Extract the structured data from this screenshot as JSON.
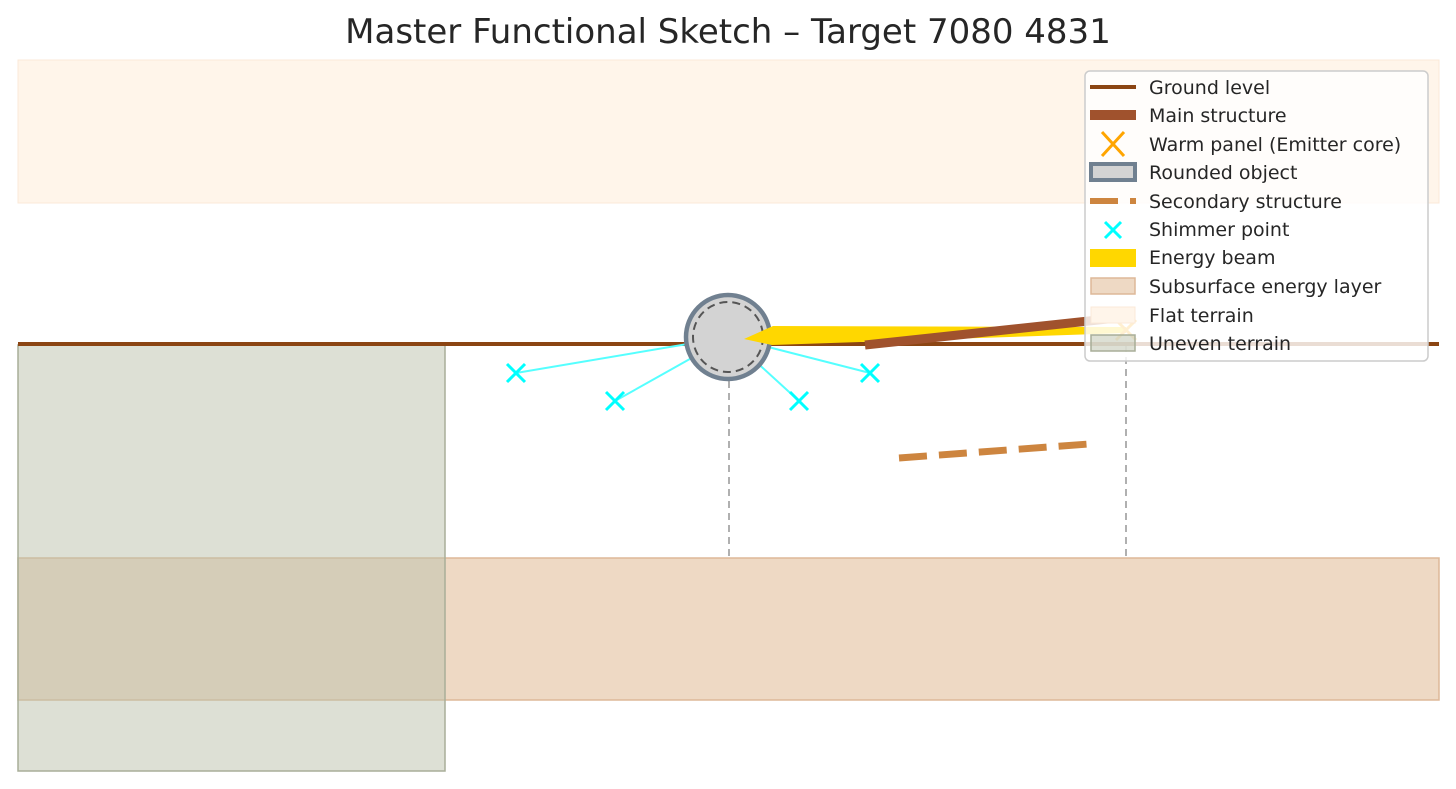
{
  "title": "Master Functional Sketch – Target 7080 4831",
  "legend": {
    "items": [
      {
        "key": "ground",
        "label": "Ground level"
      },
      {
        "key": "main",
        "label": "Main structure"
      },
      {
        "key": "warm",
        "label": "Warm panel (Emitter core)"
      },
      {
        "key": "rounded",
        "label": "Rounded object"
      },
      {
        "key": "secondary",
        "label": "Secondary structure"
      },
      {
        "key": "shimmer",
        "label": "Shimmer point"
      },
      {
        "key": "beam",
        "label": "Energy beam"
      },
      {
        "key": "subsurface",
        "label": "Subsurface energy layer"
      },
      {
        "key": "flat",
        "label": "Flat terrain"
      },
      {
        "key": "uneven",
        "label": "Uneven terrain"
      }
    ]
  },
  "colors": {
    "ground": "#8B4513",
    "main": "#A0522D",
    "warm": "#FFA500",
    "rounded_fill": "#D3D3D3",
    "rounded_edge": "#708090",
    "secondary": "#CD853F",
    "shimmer": "#00FFFF",
    "beam": "#FFD700",
    "subsurface": "#EED9C4",
    "flat": "#FFF5EA",
    "uneven": "#DDE0D6",
    "guide": "#B0B0B0"
  }
}
